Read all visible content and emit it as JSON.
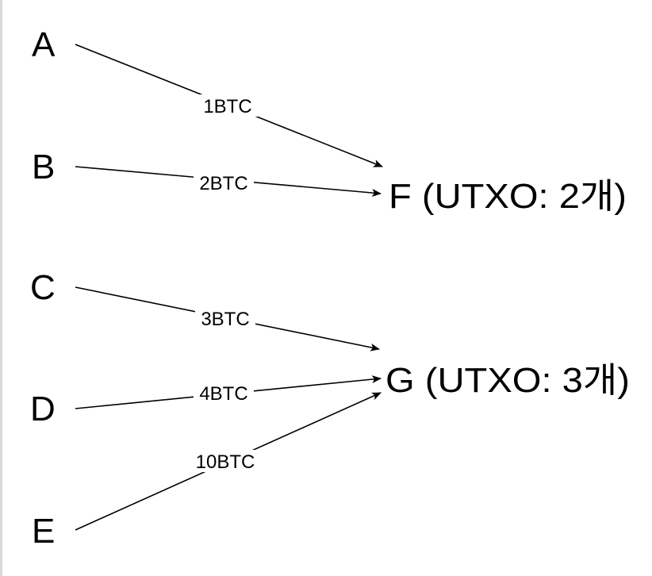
{
  "sources": {
    "a": "A",
    "b": "B",
    "c": "C",
    "d": "D",
    "e": "E"
  },
  "targets": {
    "f": "F (UTXO: 2개)",
    "g": "G (UTXO: 3개)"
  },
  "edges": {
    "a_f": "1BTC",
    "b_f": "2BTC",
    "c_g": "3BTC",
    "d_g": "4BTC",
    "e_g": "10BTC"
  },
  "colors": {
    "line": "#000000",
    "text": "#000000",
    "background": "#ffffff"
  }
}
